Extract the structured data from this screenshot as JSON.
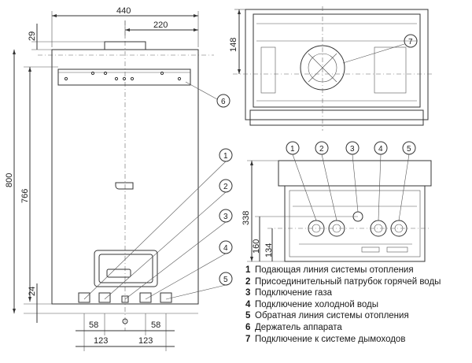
{
  "dimensions": {
    "width_total": "440",
    "width_half": "220",
    "top_offset": "29",
    "height_total": "800",
    "height_body": "766",
    "bottom_offset": "24",
    "pipe_spacing_1": "58",
    "pipe_spacing_2": "58",
    "pipe_pair_1": "123",
    "pipe_pair_2": "123",
    "top_view_depth": "148",
    "side_height": "338",
    "side_160": "160",
    "side_134": "134"
  },
  "callouts": [
    "1",
    "2",
    "3",
    "4",
    "5",
    "6",
    "7"
  ],
  "legend": [
    {
      "num": "1",
      "text": "Подающая линия системы отопления"
    },
    {
      "num": "2",
      "text": "Присоединительный патрубок горячей воды"
    },
    {
      "num": "3",
      "text": "Подключение газа"
    },
    {
      "num": "4",
      "text": "Подключение холодной воды"
    },
    {
      "num": "5",
      "text": "Обратная линия системы отопления"
    },
    {
      "num": "6",
      "text": "Держатель аппарата"
    },
    {
      "num": "7",
      "text": "Подключение к системе дымоходов"
    }
  ]
}
